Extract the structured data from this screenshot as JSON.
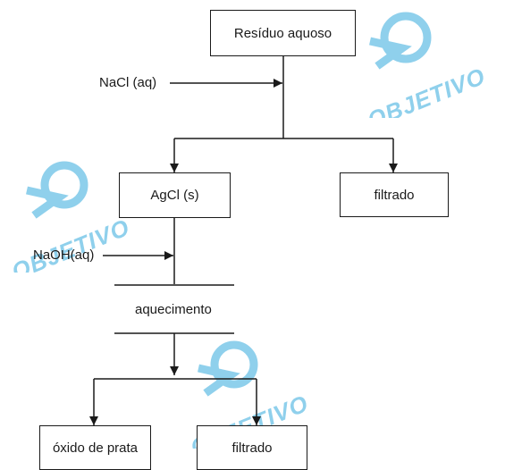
{
  "watermark": {
    "text": "OBJETIVO",
    "color": "#8fd0ec"
  },
  "nodes": {
    "residuo": "Resíduo aquoso",
    "agcl": "AgCl (s)",
    "filtrado1": "filtrado",
    "oxido": "óxido de prata",
    "filtrado2": "filtrado"
  },
  "reagents": {
    "nacl": "NaCl (aq)",
    "naoh": "NaOH(aq)"
  },
  "step": {
    "heating": "aquecimento"
  }
}
